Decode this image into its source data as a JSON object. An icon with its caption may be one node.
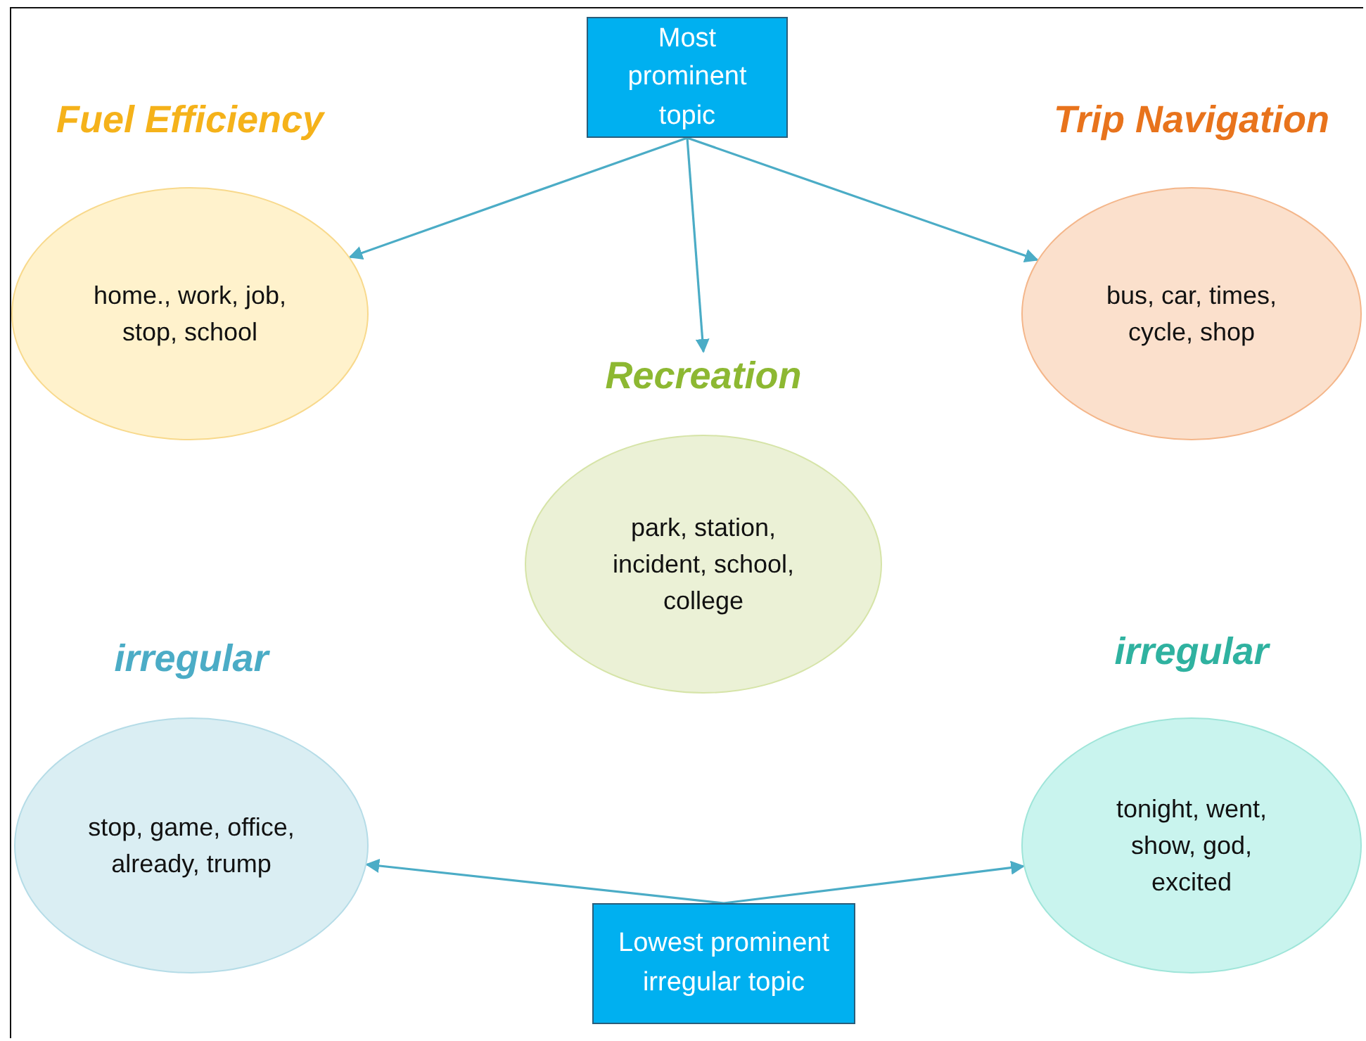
{
  "diagram": {
    "nodes": [
      {
        "text": [
          "Most prominent topic"
        ]
      },
      {
        "text": [
          "Fuel Efficiency",
          "home., work, job, stop, school"
        ]
      },
      {
        "text": [
          "Trip Navigation",
          "bus, car, times, cycle, shop"
        ]
      },
      {
        "text": [
          "Recreation",
          "park, station, incident, school, college"
        ]
      },
      {
        "text": [
          "irregular",
          "stop, game, office, already, trump"
        ]
      },
      {
        "text": [
          "irregular",
          "tonight, went, show, god, excited"
        ]
      },
      {
        "text": [
          "Lowest prominent irregular topic"
        ]
      }
    ],
    "edges": [
      {
        "from": 0,
        "to": 1,
        "arrow": "to"
      },
      {
        "from": 0,
        "to": 2,
        "arrow": "to"
      },
      {
        "from": 0,
        "to": 3,
        "arrow": "to"
      },
      {
        "from": 6,
        "to": 4,
        "arrow": "to"
      },
      {
        "from": 6,
        "to": 5,
        "arrow": "to"
      }
    ]
  }
}
